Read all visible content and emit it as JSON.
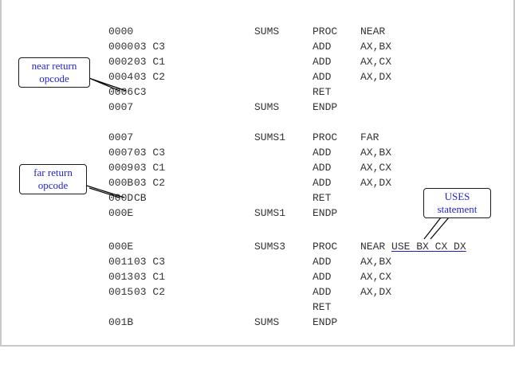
{
  "listing": {
    "block1": [
      {
        "addr": "0000",
        "code": "",
        "label": "SUMS",
        "op": "PROC",
        "arg": "NEAR"
      },
      {
        "addr": "0000",
        "code": "03 C3",
        "label": "",
        "op": "ADD",
        "arg": "AX,BX"
      },
      {
        "addr": "0002",
        "code": "03 C1",
        "label": "",
        "op": "ADD",
        "arg": "AX,CX"
      },
      {
        "addr": "0004",
        "code": "03 C2",
        "label": "",
        "op": "ADD",
        "arg": "AX,DX"
      },
      {
        "addr": "0006",
        "code": "C3",
        "label": "",
        "op": "RET",
        "arg": ""
      },
      {
        "addr": "0007",
        "code": "",
        "label": "SUMS",
        "op": "ENDP",
        "arg": ""
      }
    ],
    "block2": [
      {
        "addr": "0007",
        "code": "",
        "label": "SUMS1",
        "op": "PROC",
        "arg": "FAR"
      },
      {
        "addr": "0007",
        "code": "03 C3",
        "label": "",
        "op": "ADD",
        "arg": "AX,BX"
      },
      {
        "addr": "0009",
        "code": "03 C1",
        "label": "",
        "op": "ADD",
        "arg": "AX,CX"
      },
      {
        "addr": "000B",
        "code": "03 C2",
        "label": "",
        "op": "ADD",
        "arg": "AX,DX"
      },
      {
        "addr": "000D",
        "code": "CB",
        "label": "",
        "op": "RET",
        "arg": ""
      },
      {
        "addr": "000E",
        "code": "",
        "label": "SUMS1",
        "op": "ENDP",
        "arg": ""
      }
    ],
    "block3": [
      {
        "addr": "000E",
        "code": "",
        "label": "SUMS3",
        "op": "PROC",
        "arg": "NEAR",
        "uses": "USE BX CX DX"
      },
      {
        "addr": "0011",
        "code": "03 C3",
        "label": "",
        "op": "ADD",
        "arg": "AX,BX"
      },
      {
        "addr": "0013",
        "code": "03 C1",
        "label": "",
        "op": "ADD",
        "arg": "AX,CX"
      },
      {
        "addr": "0015",
        "code": "03 C2",
        "label": "",
        "op": "ADD",
        "arg": "AX,DX"
      },
      {
        "addr": "",
        "code": "",
        "label": "",
        "op": "RET",
        "arg": ""
      },
      {
        "addr": "001B",
        "code": "",
        "label": "SUMS",
        "op": "ENDP",
        "arg": ""
      }
    ]
  },
  "callouts": {
    "near_return": {
      "line1": "near return",
      "line2": "opcode"
    },
    "far_return": {
      "line1": "far return",
      "line2": "opcode"
    },
    "uses": {
      "line1": "USES",
      "line2": "statement"
    }
  },
  "colors": {
    "callout_text": "#1f1fd6",
    "listing_text": "#333333",
    "underline": "#1f1fbf"
  }
}
